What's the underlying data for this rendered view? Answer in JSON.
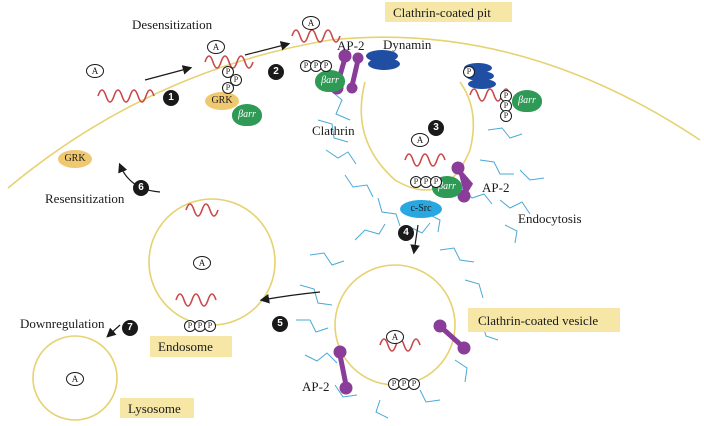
{
  "labels": {
    "desensitization": "Desensitization",
    "clathrin_coated_pit": "Clathrin-coated pit",
    "dynamin": "Dynamin",
    "ap2_top": "AP-2",
    "clathrin": "Clathrin",
    "ap2_mid": "AP-2",
    "c_src": "c-Src",
    "endocytosis": "Endocytosis",
    "resensitization": "Resensitization",
    "grk_free": "GRK",
    "grk_bound": "GRK",
    "downregulation": "Downregulation",
    "endosome": "Endosome",
    "lysosome": "Lysosome",
    "clathrin_coated_vesicle": "Clathrin-coated vesicle",
    "ap2_bottom": "AP-2",
    "barr": "βarr",
    "ligand": "A",
    "phosphate": "P"
  },
  "steps": [
    "1",
    "2",
    "3",
    "4",
    "5",
    "6",
    "7"
  ],
  "colors": {
    "membrane": "#e6d270",
    "receptor": "#c9484b",
    "grk": "#f0c870",
    "barr": "#2e9a55",
    "ap2": "#8a3d98",
    "dynamin": "#1f4ea3",
    "c_src": "#29a7e0",
    "clathrin": "#4aa9d6",
    "label_box": "#f6e7a6",
    "step_badge": "#1a1a1a"
  }
}
